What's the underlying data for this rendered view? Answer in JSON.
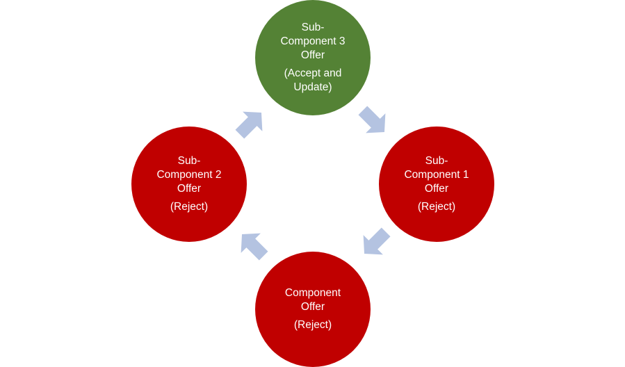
{
  "diagram": {
    "colors": {
      "accept": "#548235",
      "reject": "#c00000",
      "arrow": "#b4c3e1",
      "text": "#ffffff"
    },
    "nodes": {
      "top": {
        "title": "Sub-\nComponent 3\nOffer",
        "status": "(Accept and\nUpdate)"
      },
      "right": {
        "title": "Sub-\nComponent 1\nOffer",
        "status": "(Reject)"
      },
      "bottom": {
        "title": "Component\nOffer",
        "status": "(Reject)"
      },
      "left": {
        "title": "Sub-\nComponent 2\nOffer",
        "status": "(Reject)"
      }
    },
    "flow": [
      "top",
      "right",
      "bottom",
      "left",
      "top"
    ]
  }
}
